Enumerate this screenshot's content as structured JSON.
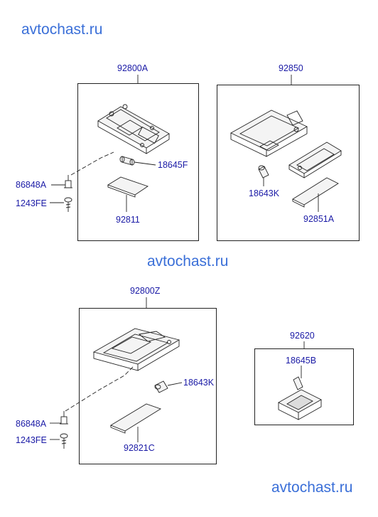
{
  "watermarks": [
    "avtochast.ru",
    "avtochast.ru",
    "avtochast.ru"
  ],
  "groups": [
    {
      "code": "92800A",
      "parts": [
        "18645F",
        "92811",
        "86848A",
        "1243FE"
      ]
    },
    {
      "code": "92850",
      "parts": [
        "18643K",
        "92851A"
      ]
    },
    {
      "code": "92800Z",
      "parts": [
        "18643K",
        "92821C",
        "86848A",
        "1243FE"
      ]
    },
    {
      "code": "92620",
      "parts": [
        "18645B"
      ]
    }
  ]
}
